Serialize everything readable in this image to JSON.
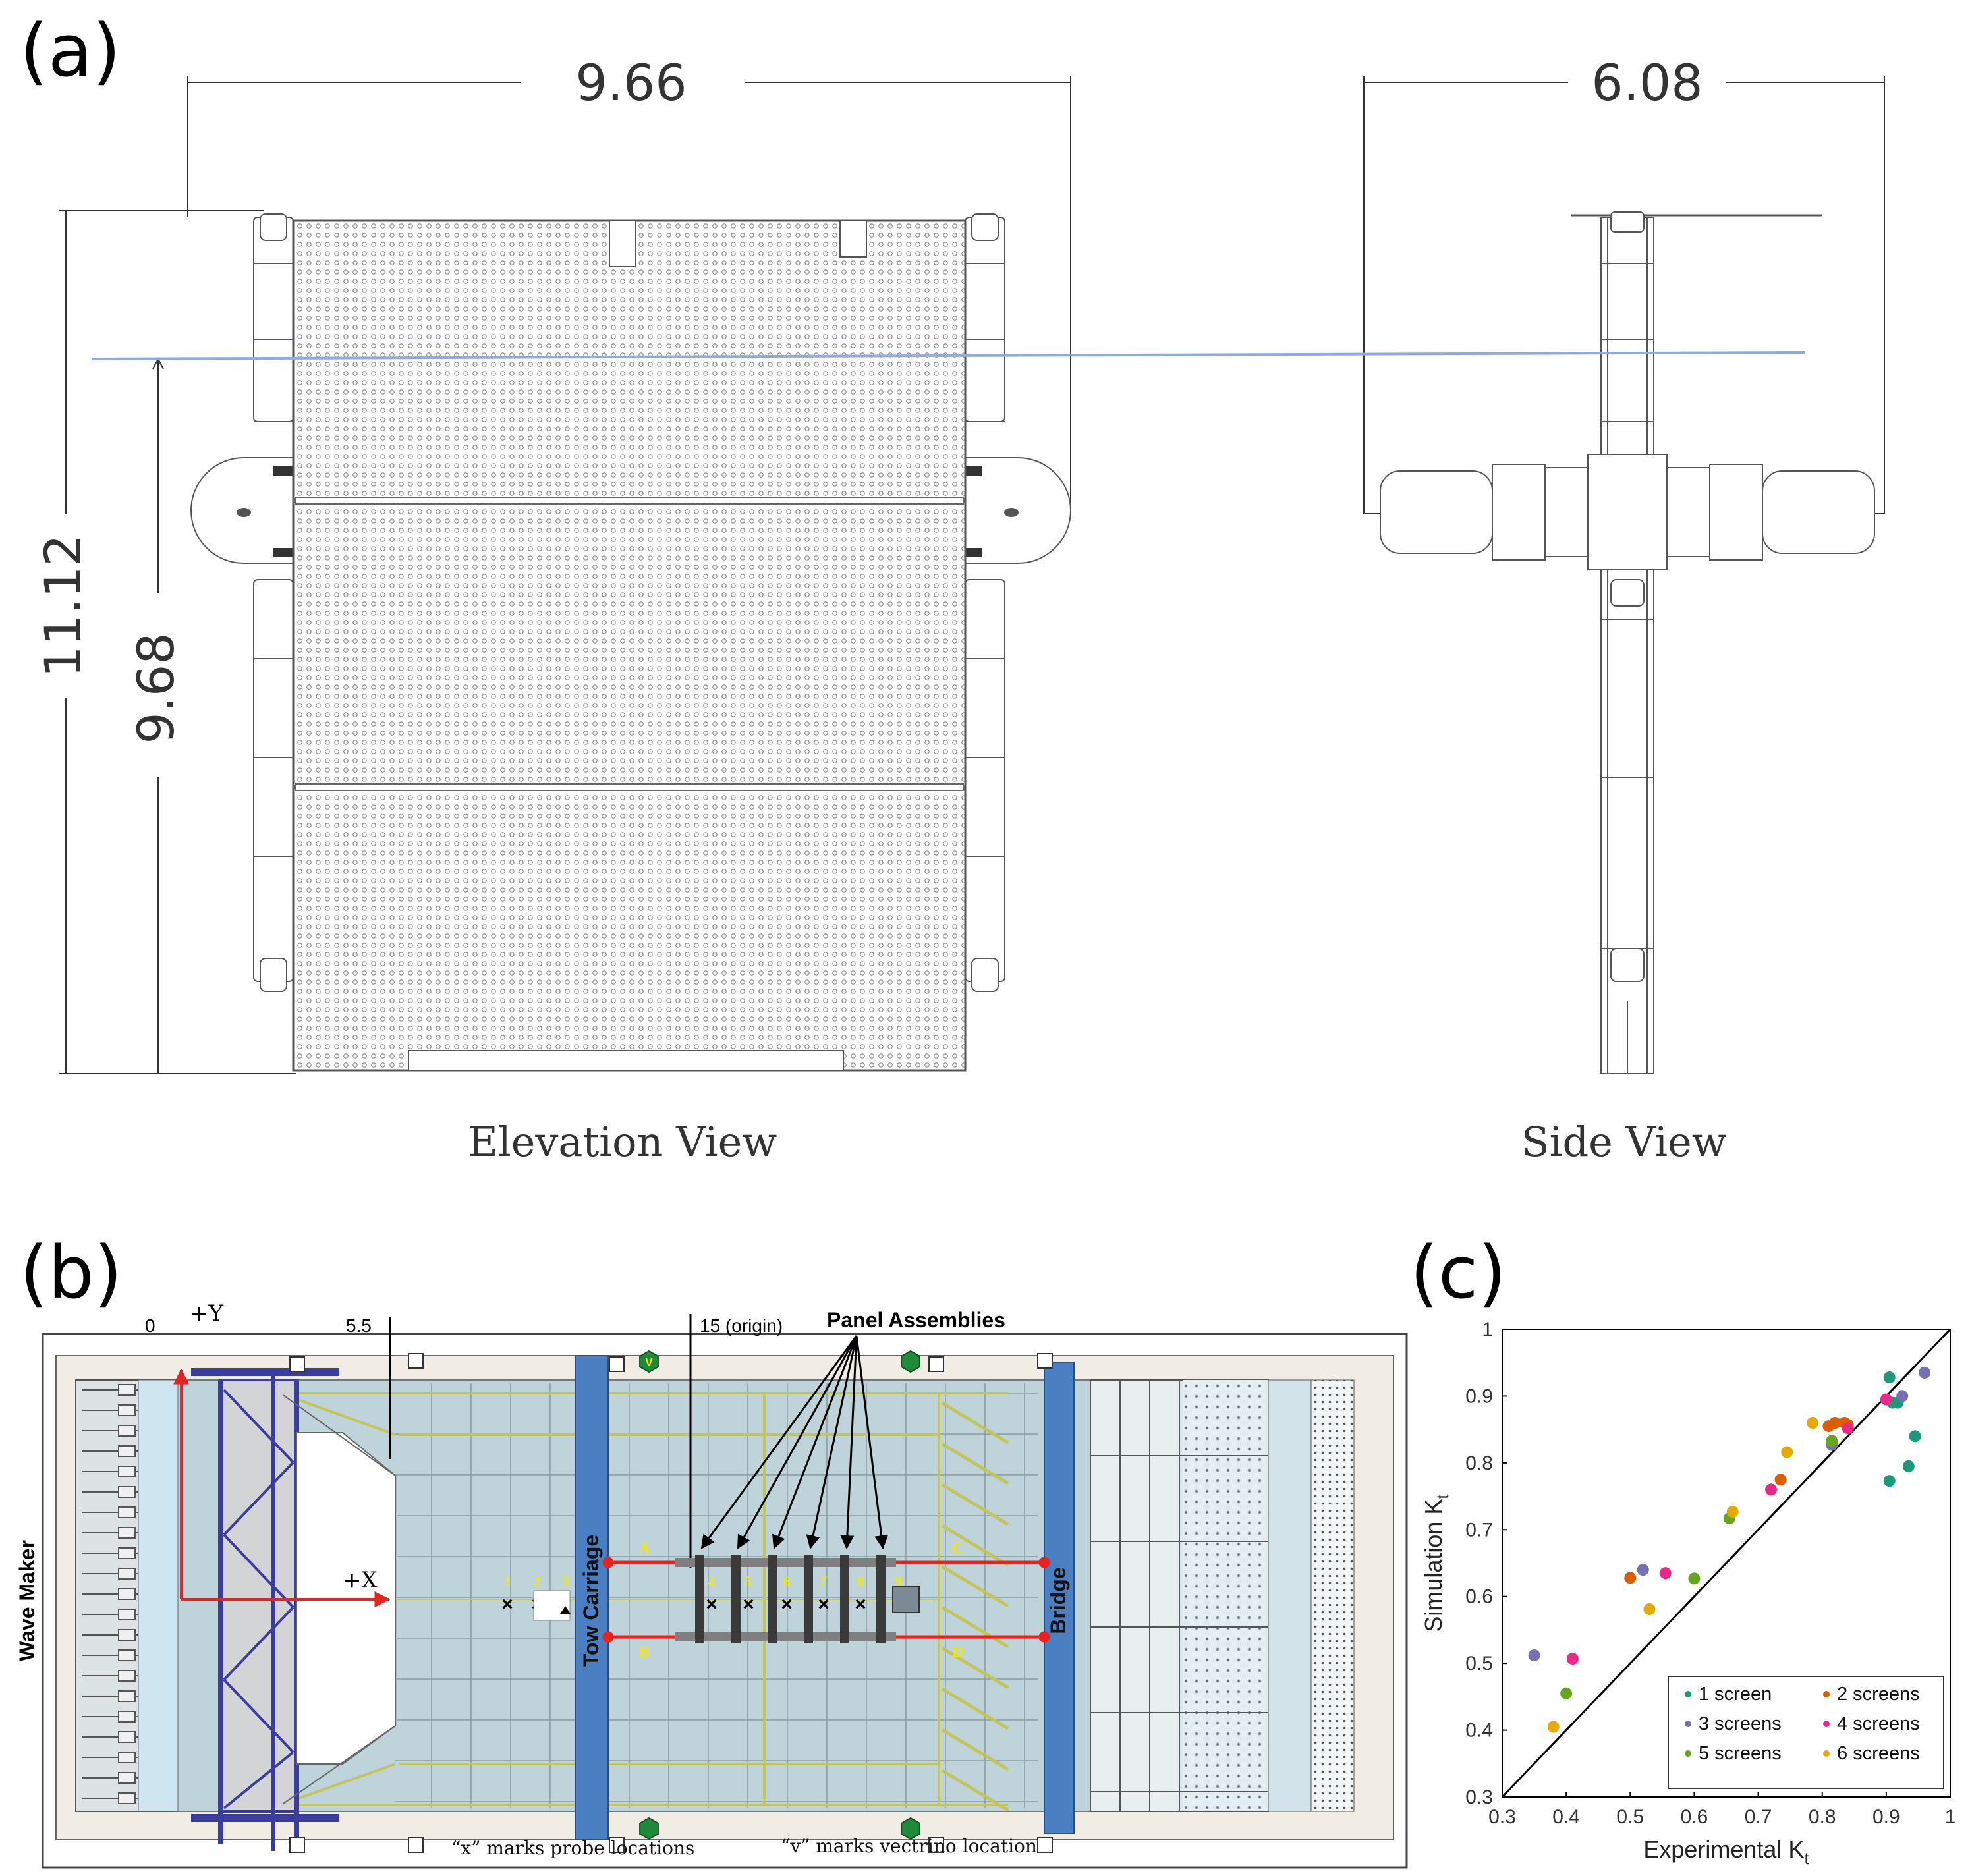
{
  "panel_a": {
    "label": "(a)",
    "dim_width": "9.66",
    "dim_side_width": "6.08",
    "dim_height": "11.12",
    "dim_water": "9.68",
    "elevation_caption": "Elevation View",
    "side_caption": "Side View",
    "waterline_color": "#8faadc"
  },
  "panel_b": {
    "label": "(b)",
    "wave_maker": "Wave Maker",
    "y_axis": "+Y",
    "x_axis": "+X",
    "tick_0": "0",
    "tick_55": "5.5",
    "tick_origin": "15 (origin)",
    "panel_assemblies": "Panel Assemblies",
    "tow_carriage": "Tow Carriage",
    "bridge": "Bridge",
    "probes": [
      "1",
      "2",
      "3",
      "4",
      "5",
      "6",
      "7",
      "8",
      "9"
    ],
    "corners": [
      "A",
      "B",
      "C",
      "D"
    ],
    "vectrino_marker": "V",
    "note_x": "“x” marks probe locations",
    "note_v": "“v” marks vectrino location",
    "colors": {
      "water": "#bfd3db",
      "carriage": "#4a7fc1",
      "frame": "#3a3d9c",
      "red": "#e8231f",
      "marker": "#1f8a3a",
      "probe_label": "#f2e800"
    }
  },
  "chart_data": {
    "type": "scatter",
    "panel_label": "(c)",
    "xlabel": "Experimental K",
    "xlabel_sub": "t",
    "ylabel": "Simulation K",
    "ylabel_sub": "t",
    "xlim": [
      0.3,
      1
    ],
    "ylim": [
      0.3,
      1
    ],
    "xticks": [
      "0.3",
      "0.4",
      "0.5",
      "0.6",
      "0.7",
      "0.8",
      "0.9",
      "1"
    ],
    "yticks": [
      "0.3",
      "0.4",
      "0.5",
      "0.6",
      "0.7",
      "0.8",
      "0.9",
      "1"
    ],
    "reference_line": "y = x",
    "legend_position": "bottom-right",
    "series": [
      {
        "name": "1 screen",
        "color": "#1a9a78",
        "points": [
          [
            0.905,
            0.928
          ],
          [
            0.918,
            0.89
          ],
          [
            0.905,
            0.773
          ],
          [
            0.935,
            0.795
          ],
          [
            0.945,
            0.84
          ],
          [
            0.91,
            0.89
          ]
        ]
      },
      {
        "name": "2 screens",
        "color": "#d95f02",
        "points": [
          [
            0.5,
            0.628
          ],
          [
            0.735,
            0.775
          ],
          [
            0.81,
            0.855
          ],
          [
            0.82,
            0.86
          ],
          [
            0.835,
            0.86
          ],
          [
            0.84,
            0.857
          ]
        ]
      },
      {
        "name": "3 screens",
        "color": "#7570b3",
        "points": [
          [
            0.35,
            0.512
          ],
          [
            0.52,
            0.64
          ],
          [
            0.96,
            0.935
          ],
          [
            0.925,
            0.9
          ],
          [
            0.815,
            0.827
          ]
        ]
      },
      {
        "name": "4 screens",
        "color": "#e7298a",
        "points": [
          [
            0.41,
            0.507
          ],
          [
            0.555,
            0.635
          ],
          [
            0.72,
            0.76
          ],
          [
            0.9,
            0.895
          ],
          [
            0.84,
            0.852
          ]
        ]
      },
      {
        "name": "5 screens",
        "color": "#66a61e",
        "points": [
          [
            0.4,
            0.455
          ],
          [
            0.6,
            0.627
          ],
          [
            0.655,
            0.717
          ],
          [
            0.815,
            0.833
          ]
        ]
      },
      {
        "name": "6 screens",
        "color": "#e6ab02",
        "points": [
          [
            0.38,
            0.405
          ],
          [
            0.53,
            0.581
          ],
          [
            0.66,
            0.727
          ],
          [
            0.745,
            0.816
          ],
          [
            0.785,
            0.86
          ]
        ]
      }
    ]
  }
}
